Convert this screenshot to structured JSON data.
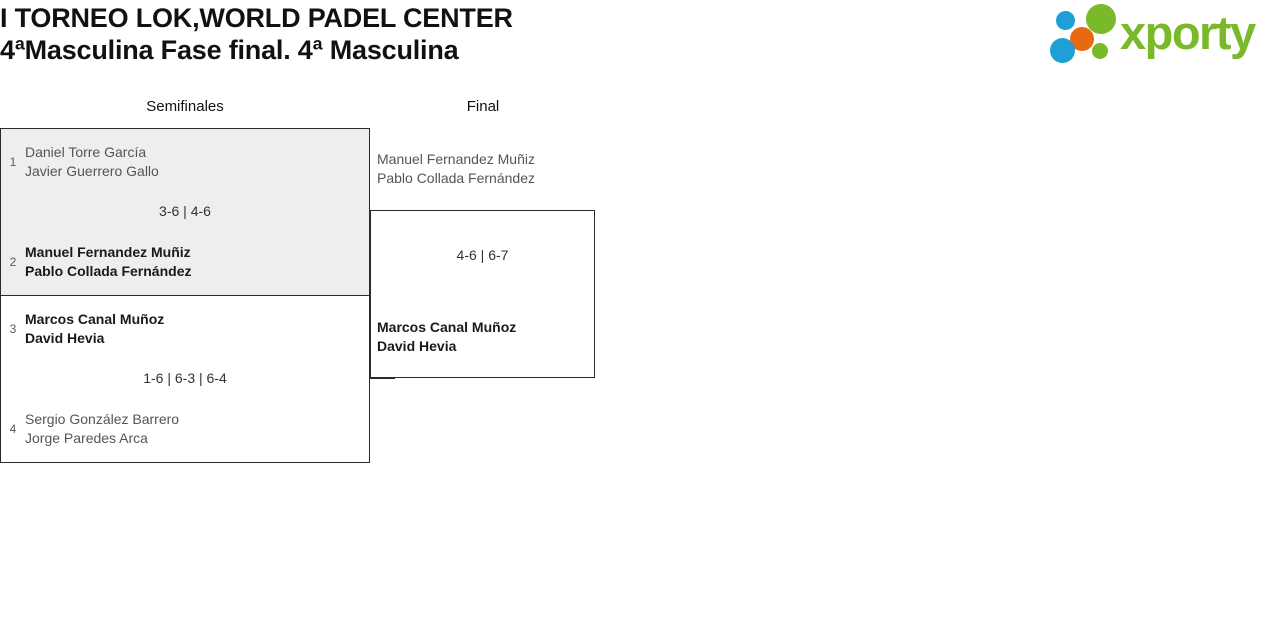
{
  "header": {
    "title_line1": "I TORNEO LOK,WORLD PADEL CENTER",
    "title_line2": "4ªMasculina Fase final. 4ª Masculina"
  },
  "logo": {
    "wordmark": "xporty",
    "green": "#7ab929",
    "blue": "#1f9fd6",
    "orange": "#e8690f"
  },
  "bracket": {
    "rounds": [
      {
        "label": "Semifinales"
      },
      {
        "label": "Final"
      }
    ],
    "semifinals": [
      {
        "top": {
          "seed": "1",
          "player1": "Daniel Torre García",
          "player2": "Javier Guerrero Gallo"
        },
        "bottom": {
          "seed": "2",
          "player1": "Manuel Fernandez Muñiz",
          "player2": "Pablo Collada Fernández"
        },
        "score": "3-6 | 4-6"
      },
      {
        "top": {
          "seed": "3",
          "player1": "Marcos Canal Muñoz",
          "player2": "David Hevia"
        },
        "bottom": {
          "seed": "4",
          "player1": "Sergio González Barrero",
          "player2": "Jorge Paredes Arca"
        },
        "score": "1-6 | 6-3 | 6-4"
      }
    ],
    "final": {
      "top": {
        "player1": "Manuel Fernandez Muñiz",
        "player2": "Pablo Collada Fernández"
      },
      "bottom": {
        "player1": "Marcos Canal Muñoz",
        "player2": "David Hevia"
      },
      "score": "4-6 | 6-7"
    }
  }
}
